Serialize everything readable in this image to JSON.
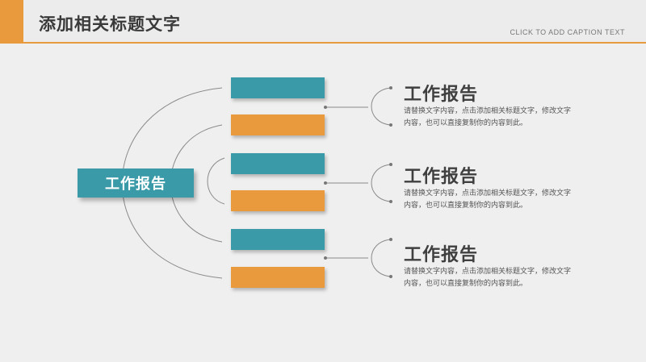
{
  "header": {
    "title": "添加相关标题文字",
    "caption": "CLICK TO ADD CAPTION TEXT"
  },
  "center_label": "工作报告",
  "bars": [
    {
      "color": "#3a9aa8"
    },
    {
      "color": "#e89a3c"
    },
    {
      "color": "#3a9aa8"
    },
    {
      "color": "#e89a3c"
    },
    {
      "color": "#3a9aa8"
    },
    {
      "color": "#e89a3c"
    }
  ],
  "items": [
    {
      "title": "工作报告",
      "desc": "请替换文字内容，点击添加相关标题文字，修改文字内容，也可以直接复制你的内容到此。"
    },
    {
      "title": "工作报告",
      "desc": "请替换文字内容，点击添加相关标题文字，修改文字内容，也可以直接复制你的内容到此。"
    },
    {
      "title": "工作报告",
      "desc": "请替换文字内容，点击添加相关标题文字，修改文字内容，也可以直接复制你的内容到此。"
    }
  ],
  "colors": {
    "teal": "#3a9aa8",
    "orange": "#e89a3c",
    "line": "#8a8a8a"
  }
}
